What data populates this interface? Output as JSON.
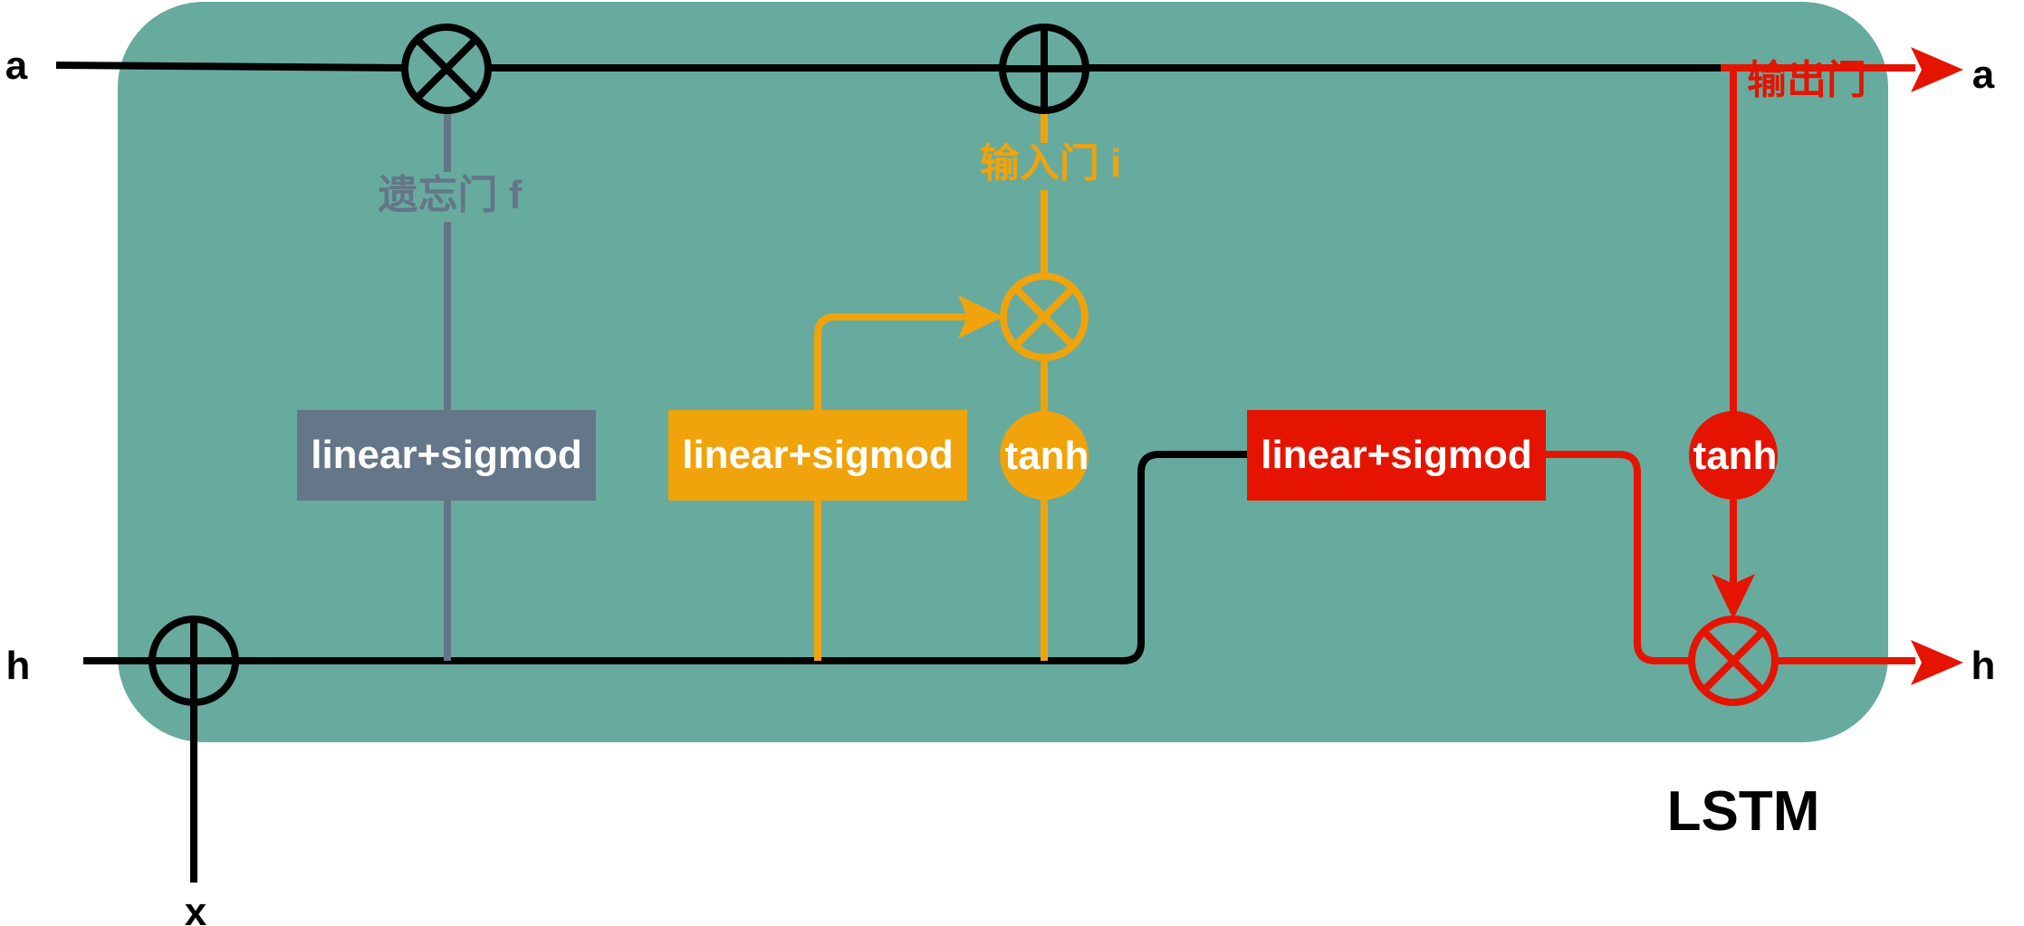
{
  "io_labels": {
    "a_in": "a",
    "a_out": "a",
    "h_in": "h",
    "h_out": "h",
    "x_in": "x"
  },
  "gate_labels": {
    "forget": "遗忘门 f",
    "input": "输入门 i",
    "output": "输出门"
  },
  "blocks": {
    "forget_linear": "linear+sigmod",
    "input_linear": "linear+sigmod",
    "output_linear": "linear+sigmod",
    "input_tanh": "tanh",
    "output_tanh": "tanh"
  },
  "caption": "LSTM",
  "operators": {
    "multiply": "multiply",
    "add": "add"
  },
  "colors": {
    "cell": "#67AB9F",
    "forget": "#647687",
    "input": "#F0A30A",
    "output": "#E51400",
    "line": "#000000"
  }
}
